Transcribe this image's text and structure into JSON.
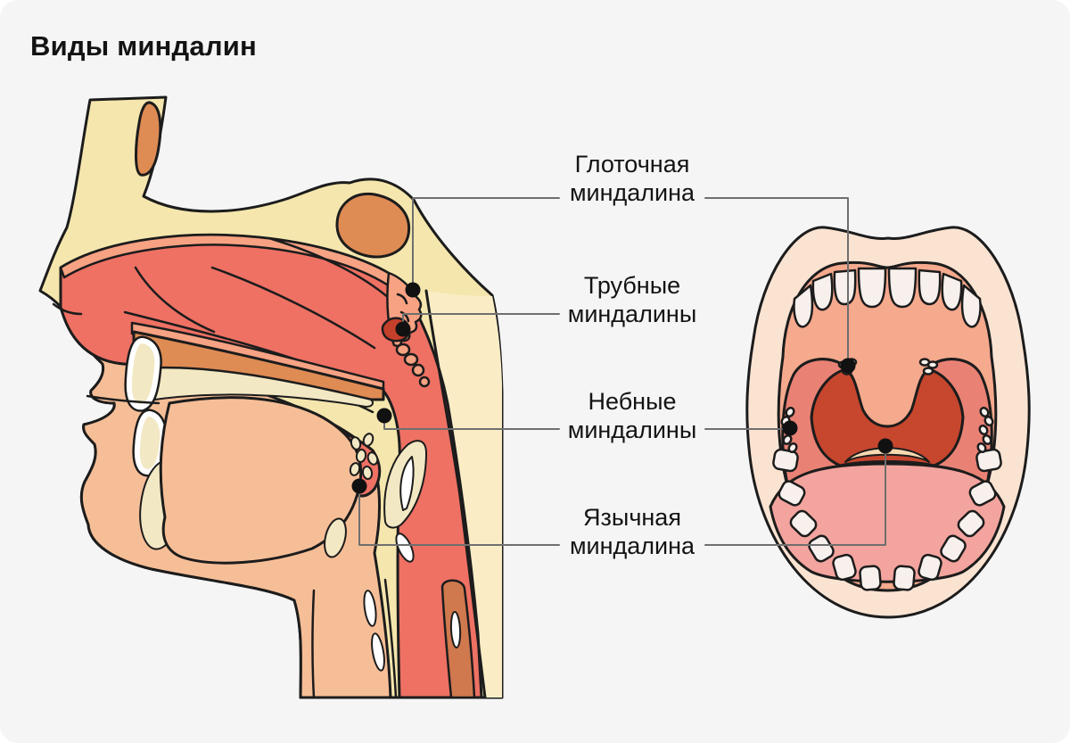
{
  "title": "Виды миндалин",
  "labels": {
    "pharyngeal": "Глоточная\nминдалина",
    "tubal": "Трубные\nминдалины",
    "palatine": "Небные\nминдалины",
    "lingual": "Язычная\nминдалина"
  },
  "colors": {
    "card_bg": "#f5f5f6",
    "text": "#131313",
    "outline": "#1c1c1c",
    "bone": "#f5e6ad",
    "bone_light": "#faedc6",
    "red": "#ee7164",
    "salmon": "#f7a283",
    "orange": "#de8b54",
    "dark_red_small": "#c4402a",
    "skin": "#f6be97",
    "cream_inner": "#f3e8c4",
    "lips": "#fbe3d2",
    "palate": "#f5a98d",
    "throat": "#c7462e",
    "arch": "#e98275",
    "tongue": "#f3a49e",
    "tongue_back": "#f8d9b0",
    "teeth": "#f7f0ed",
    "esophagus": "#d0784e",
    "leader": "#6f6f6f",
    "dot": "#111111"
  }
}
